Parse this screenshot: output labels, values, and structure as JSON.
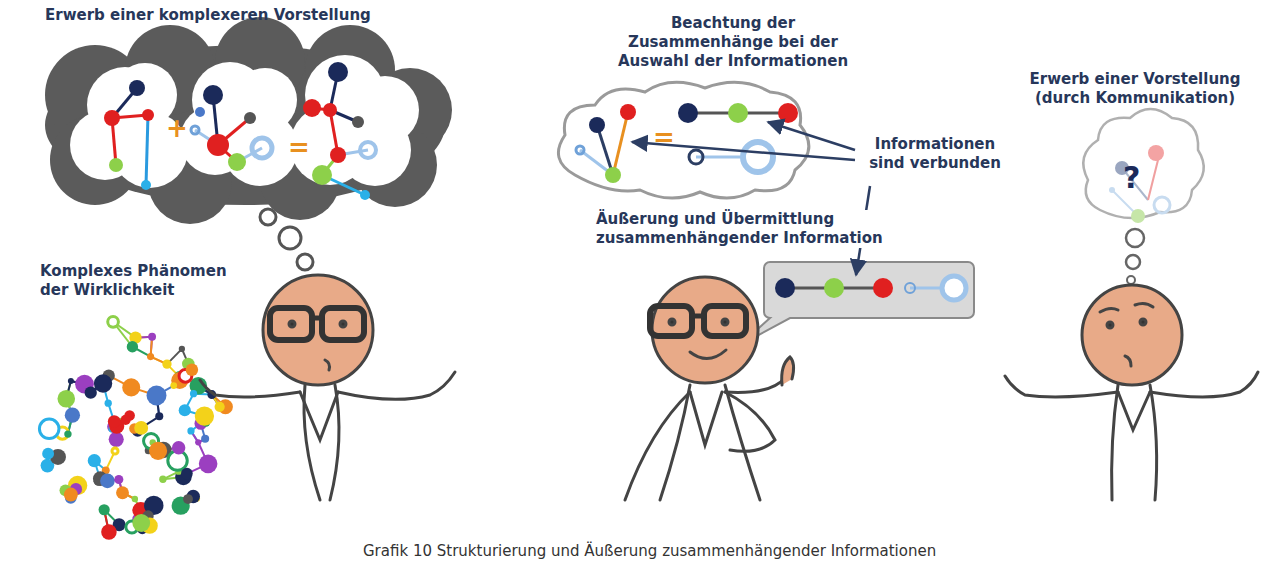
{
  "diagram": {
    "caption": "Grafik 10 Strukturierung und Äußerung zusammenhängender Informationen",
    "labels": [
      "Erwerb einer komplexeren Vorstellung",
      "Komplexes Phänomen der Wirklichkeit",
      "Beachtung der Zusammenhänge bei der Auswahl der Informationen",
      "Informationen sind verbunden",
      "Äußerung und Übermittlung zusammenhängender Information",
      "Erwerb einer Vorstellung (durch Kommunikation)",
      "?",
      "+",
      "=",
      "="
    ]
  }
}
